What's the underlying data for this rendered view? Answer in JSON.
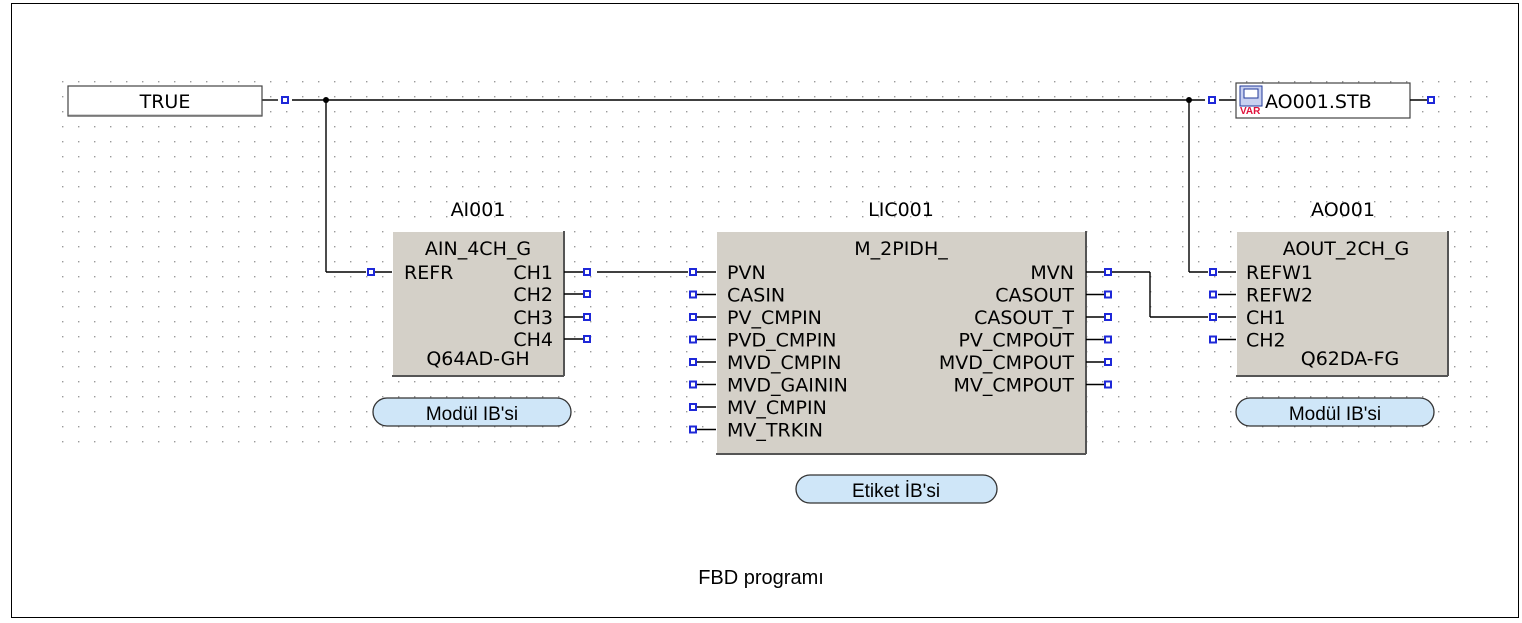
{
  "colors": {
    "block_fill": "#d4d0c8",
    "pin": "#1e28d8",
    "pill_fill": "#cfe6f8",
    "wire": "#000000",
    "grid_dot": "#9a9a9a"
  },
  "constant": {
    "value": "TRUE"
  },
  "output_var": {
    "name": "AO001.STB",
    "icon": "var-icon"
  },
  "ai_block": {
    "instance": "AI001",
    "type": "AIN_4CH_G",
    "inputs": [
      "REFR"
    ],
    "outputs": [
      "CH1",
      "CH2",
      "CH3",
      "CH4"
    ],
    "module": "Q64AD-GH",
    "tag": "Modül IB'si"
  },
  "pid_block": {
    "instance": "LIC001",
    "type": "M_2PIDH_",
    "inputs": [
      "PVN",
      "CASIN",
      "PV_CMPIN",
      "PVD_CMPIN",
      "MVD_CMPIN",
      "MVD_GAININ",
      "MV_CMPIN",
      "MV_TRKIN"
    ],
    "outputs": [
      "MVN",
      "CASOUT",
      "CASOUT_T",
      "PV_CMPOUT",
      "MVD_CMPOUT",
      "MV_CMPOUT"
    ],
    "tag": "Etiket İB'si"
  },
  "ao_block": {
    "instance": "AO001",
    "type": "AOUT_2CH_G",
    "inputs": [
      "REFW1",
      "REFW2",
      "CH1",
      "CH2"
    ],
    "module": "Q62DA-FG",
    "tag": "Modül IB'si"
  },
  "caption": "FBD programı"
}
